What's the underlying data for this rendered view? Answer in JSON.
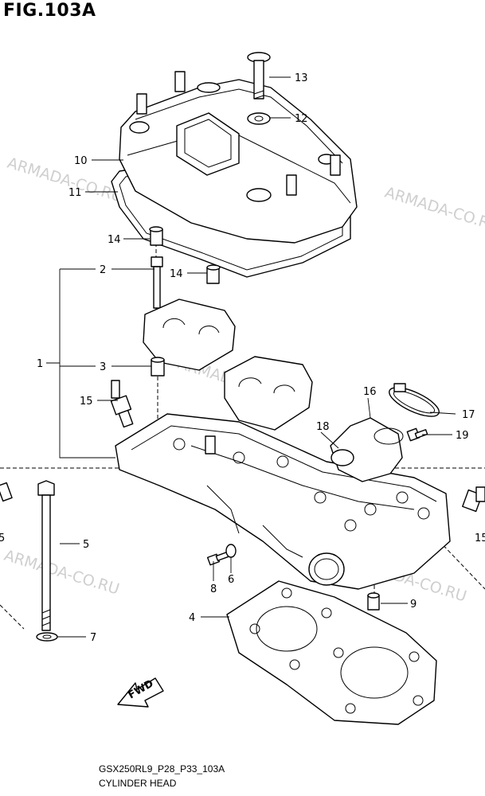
{
  "header": {
    "title": "FIG.103A"
  },
  "footer": {
    "code": "GSX250RL9_P28_P33_103A",
    "caption": "CYLINDER HEAD"
  },
  "watermark": "ARMADA-CO.RU",
  "direction_label": "FWD",
  "callouts": {
    "c1": "1",
    "c2": "2",
    "c3": "3",
    "c4": "4",
    "c5": "5",
    "c5b": "5",
    "c6": "6",
    "c7": "7",
    "c8": "8",
    "c9": "9",
    "c10": "10",
    "c11": "11",
    "c12": "12",
    "c13": "13",
    "c14a": "14",
    "c14b": "14",
    "c15a": "15",
    "c15b": "15",
    "c16": "16",
    "c17": "17",
    "c18": "18",
    "c19": "19"
  }
}
